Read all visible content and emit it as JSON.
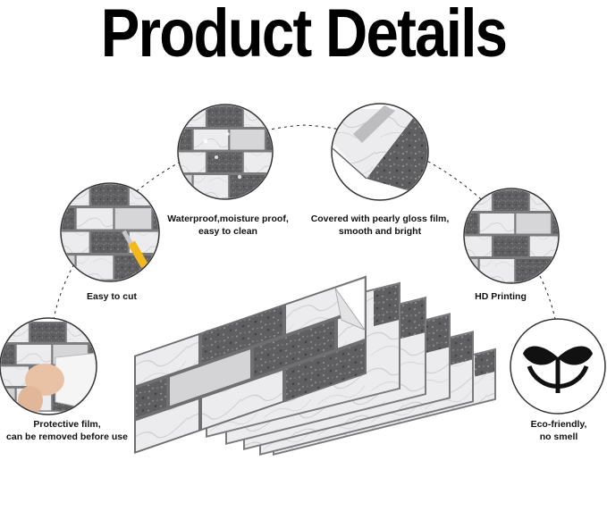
{
  "title": "Product Details",
  "colors": {
    "tile_dark": "#6b6b6e",
    "tile_light": "#e8e8ea",
    "grout": "#7a7a7a",
    "accent_knife": "#f2b81c"
  },
  "features": [
    {
      "icon": "knife-cutting-tile-icon",
      "lines": [
        "Easy to cut"
      ]
    },
    {
      "icon": "water-drops-tile-icon",
      "lines": [
        "Waterproof,moisture proof,",
        "easy to clean"
      ]
    },
    {
      "icon": "peeling-corner-tile-icon",
      "lines": [
        "Covered with pearly gloss film,",
        "smooth and bright"
      ]
    },
    {
      "icon": "hd-tile-closeup-icon",
      "lines": [
        "HD Printing"
      ]
    },
    {
      "icon": "hand-peeling-film-icon",
      "lines": [
        "Protective film,",
        "can be removed before use"
      ]
    },
    {
      "icon": "leaf-sprout-icon",
      "lines": [
        "Eco-friendly,",
        "no smell"
      ]
    }
  ]
}
